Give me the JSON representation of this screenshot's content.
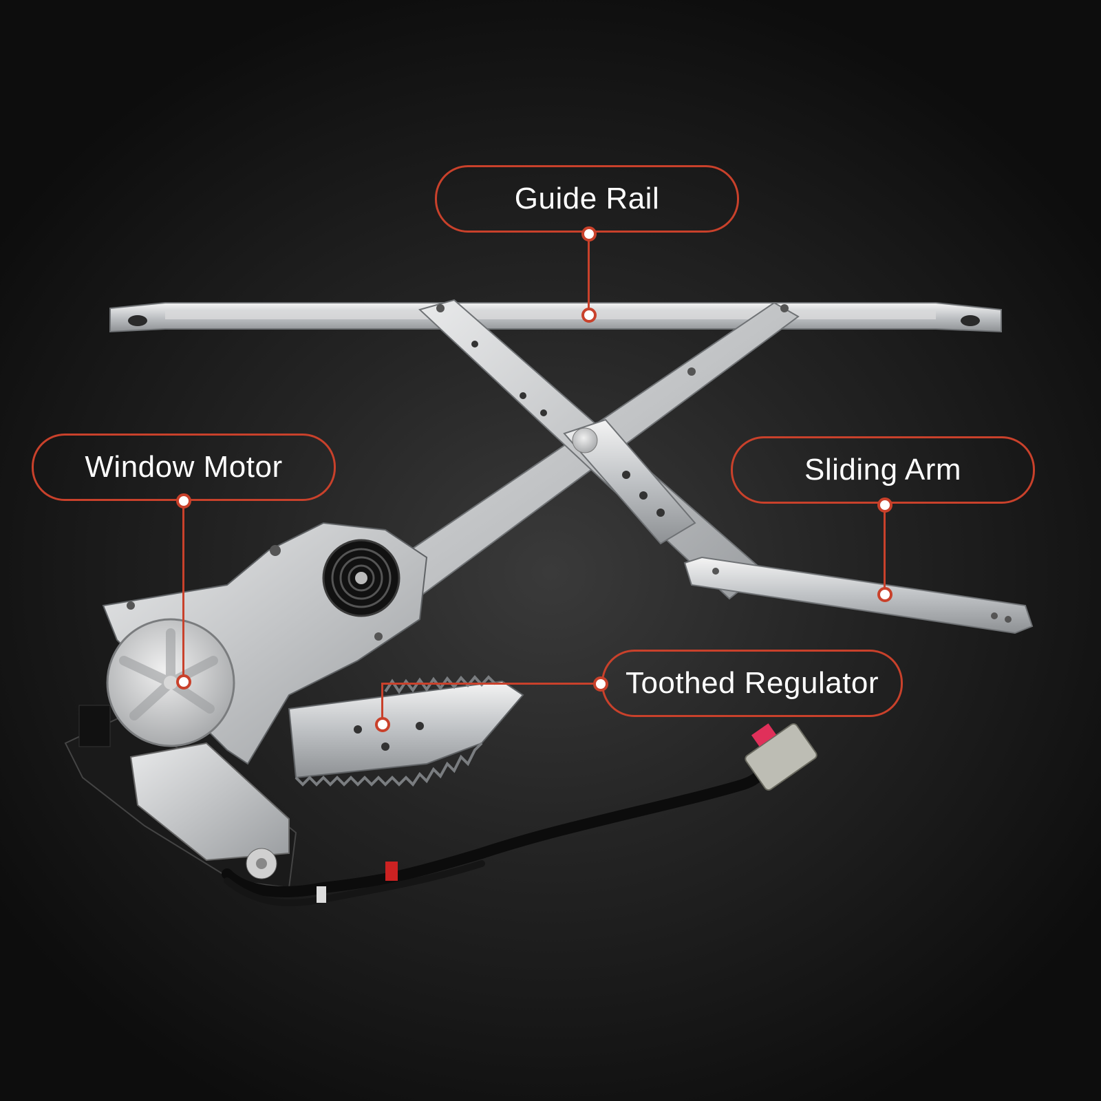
{
  "accent_color": "#c9412b",
  "labels": {
    "guide_rail": "Guide Rail",
    "window_motor": "Window Motor",
    "sliding_arm": "Sliding Arm",
    "toothed_regulator": "Toothed Regulator"
  },
  "icons": [
    "callout-dot-icon"
  ]
}
